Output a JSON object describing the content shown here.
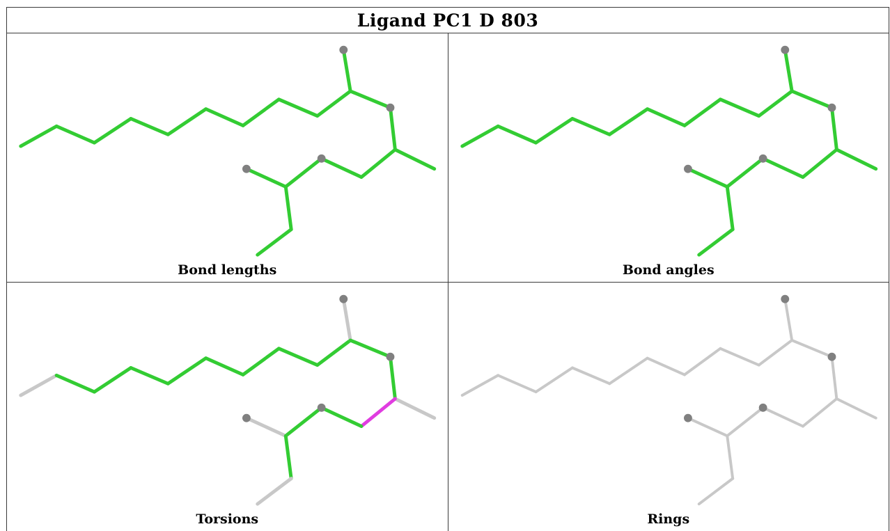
{
  "title": "Ligand PC1 D 803",
  "colors": {
    "pass": "#33cc33",
    "neutral": "#c8c8c8",
    "outlier": "#e03ce0",
    "atom": "#808080"
  },
  "panels": [
    {
      "caption": "Bond lengths",
      "scheme": "lengths"
    },
    {
      "caption": "Bond angles",
      "scheme": "angles"
    },
    {
      "caption": "Torsions",
      "scheme": "torsions"
    },
    {
      "caption": "Rings",
      "scheme": "rings"
    }
  ]
}
